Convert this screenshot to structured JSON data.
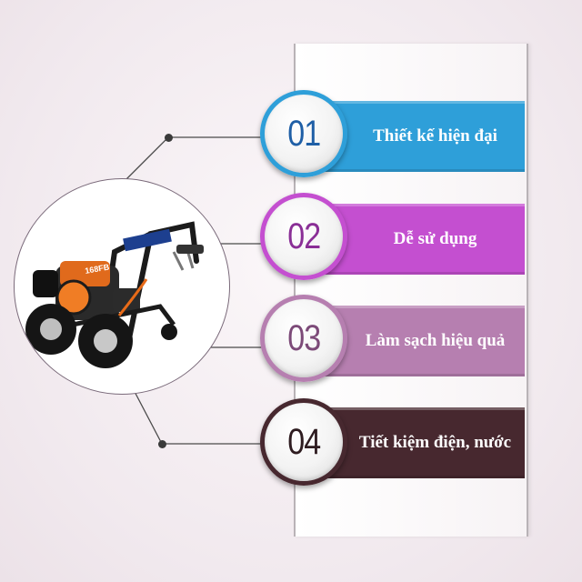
{
  "features": [
    {
      "number": "01",
      "label": "Thiết kế hiện đại",
      "color": "#2e9fd9",
      "ring": "#2e9fd9",
      "num_color": "#1f5fa6"
    },
    {
      "number": "02",
      "label": "Dễ sử dụng",
      "color": "#c44fd0",
      "ring": "#c44fd0",
      "num_color": "#8a2f96"
    },
    {
      "number": "03",
      "label": "Làm sạch hiệu quả",
      "color": "#b67fb0",
      "ring": "#b67fb0",
      "num_color": "#7c4a78"
    },
    {
      "number": "04",
      "label": "Tiết kiệm điện, nước",
      "color": "#47282f",
      "ring": "#47282f",
      "num_color": "#2e1c20"
    }
  ],
  "product": {
    "badge_text": "168FB",
    "icon": "pressure-washer-image"
  },
  "colors": {
    "connector": "#4a4a4a",
    "panel_border": "#b9b3b7"
  }
}
